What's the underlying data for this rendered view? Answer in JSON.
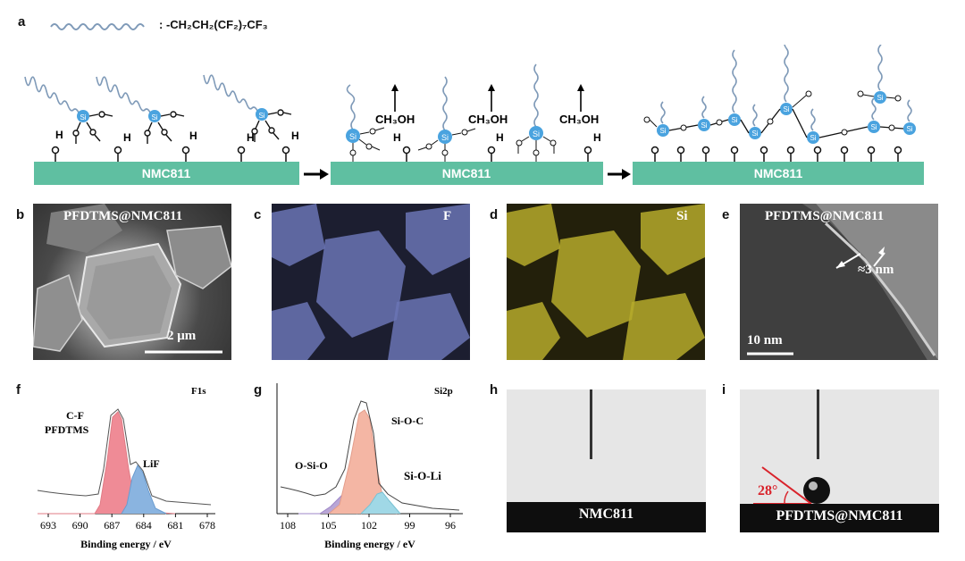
{
  "panels": {
    "a": {
      "label": "a",
      "legend_formula": ": -CH₂CH₂(CF₂)₇CF₃",
      "substrate": "NMC811",
      "si": "Si",
      "h": "H",
      "byproduct": "CH₃OH"
    },
    "b": {
      "label": "b",
      "title": "PFDTMS@NMC811",
      "scale": "2 μm"
    },
    "c": {
      "label": "c",
      "element": "F",
      "color": "#6a74b4"
    },
    "d": {
      "label": "d",
      "element": "Si",
      "color": "#b5aa2c"
    },
    "e": {
      "label": "e",
      "title": "PFDTMS@NMC811",
      "thickness": "≈3 nm",
      "scale": "10 nm"
    },
    "f": {
      "label": "f",
      "spectrum": "F1s",
      "peak1": "C-F",
      "peak1b": "PFDTMS",
      "peak2": "LiF",
      "xlabel": "Binding energy /  eV",
      "xticks": [
        "693",
        "690",
        "687",
        "684",
        "681",
        "678"
      ]
    },
    "g": {
      "label": "g",
      "spectrum": "Si2p",
      "peak1": "O-Si-O",
      "peak2": "Si-O-C",
      "peak3": "Si-O-Li",
      "xlabel": "Binding energy / eV",
      "xticks": [
        "108",
        "105",
        "102",
        "99",
        "96"
      ]
    },
    "h": {
      "label": "h",
      "substrate": "NMC811"
    },
    "i": {
      "label": "i",
      "substrate": "PFDTMS@NMC811",
      "angle": "28°"
    }
  }
}
